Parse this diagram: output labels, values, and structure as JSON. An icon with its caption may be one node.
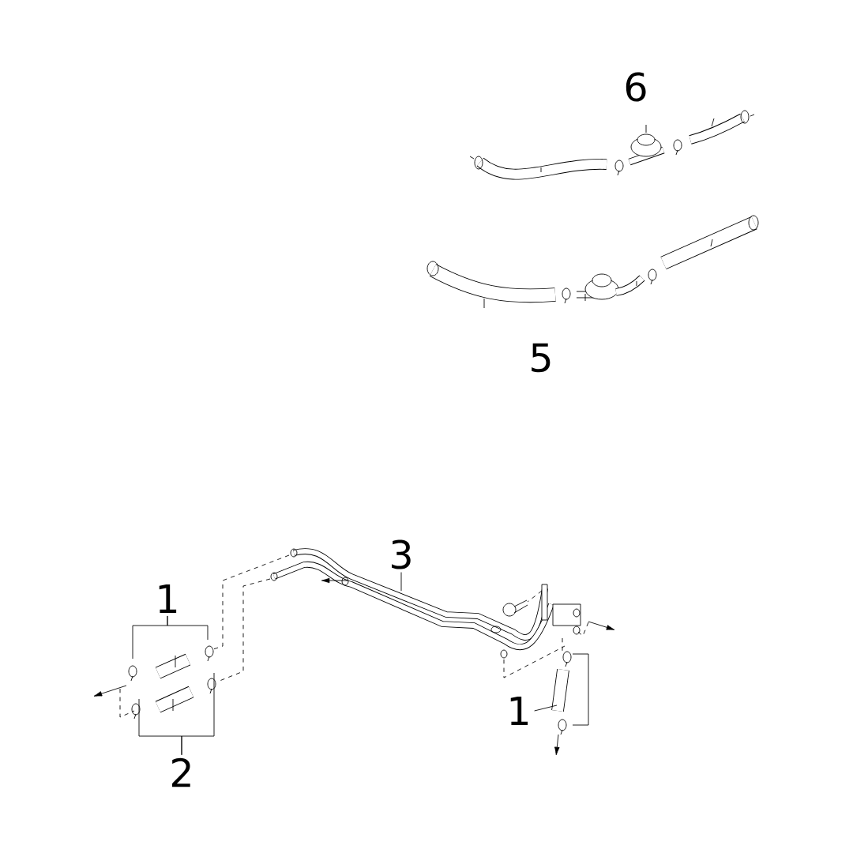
{
  "diagram": {
    "nodes": [
      {
        "text": [
          "3"
        ]
      },
      {
        "text": [
          "1"
        ]
      },
      {
        "text": [
          "1"
        ]
      },
      {
        "text": [
          "2"
        ]
      }
    ],
    "edges": [
      {
        "from": 0,
        "to": null,
        "arrow": "none"
      },
      {
        "from": 1,
        "to": null,
        "arrow": "none"
      },
      {
        "from": 1,
        "to": null,
        "arrow": "none"
      },
      {
        "from": 2,
        "to": null,
        "arrow": "none"
      },
      {
        "from": 3,
        "to": null,
        "arrow": "none"
      },
      {
        "from": 3,
        "to": null,
        "arrow": "none"
      }
    ],
    "labels": [
      "6",
      "5"
    ]
  }
}
